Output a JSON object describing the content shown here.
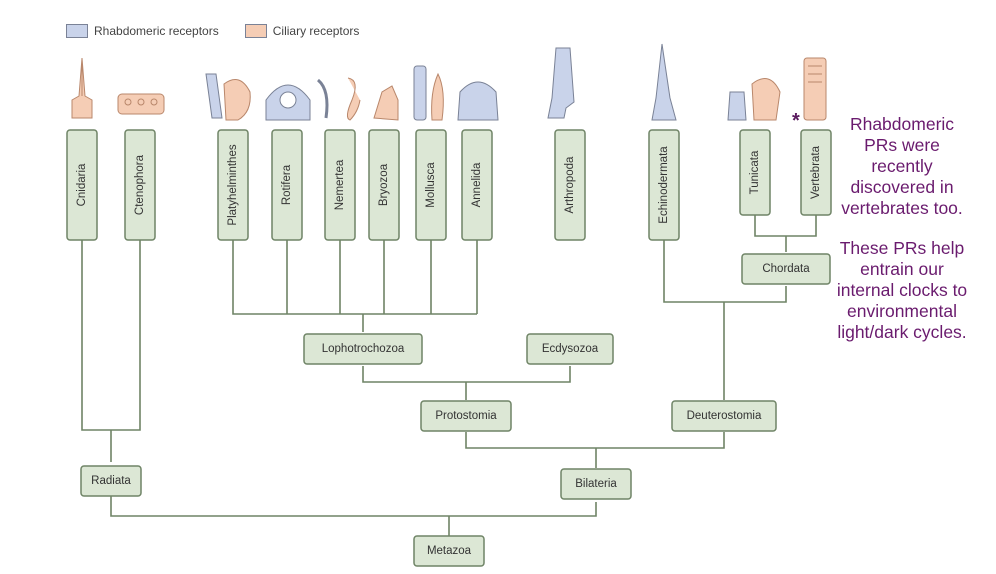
{
  "legend": {
    "rhabdomeric_label": "Rhabdomeric receptors",
    "ciliary_label": "Ciliary receptors",
    "rhabdomeric_color": "#c9d3ea",
    "ciliary_color": "#f5cdb5"
  },
  "colors": {
    "node_fill": "#dce7d5",
    "node_stroke": "#6f8466",
    "line": "#6f8466"
  },
  "phyla": [
    "Cnidaria",
    "Ctenophora",
    "Platyhelminthes",
    "Rotifera",
    "Nemertea",
    "Bryozoa",
    "Mollusca",
    "Annelida",
    "Arthropoda",
    "Echinodermata",
    "Tunicata",
    "Vertebrata"
  ],
  "clades": {
    "chordata": "Chordata",
    "lophotrochozoa": "Lophotrochozoa",
    "ecdysozoa": "Ecdysozoa",
    "protostomia": "Protostomia",
    "deuterostomia": "Deuterostomia",
    "radiata": "Radiata",
    "bilateria": "Bilateria",
    "metazoa": "Metazoa"
  },
  "marker": "*",
  "note": {
    "p1": "Rhabdomeric PRs were recently discovered in vertebrates too.",
    "p2": "These PRs help entrain our internal clocks to environmental light/dark cycles."
  }
}
